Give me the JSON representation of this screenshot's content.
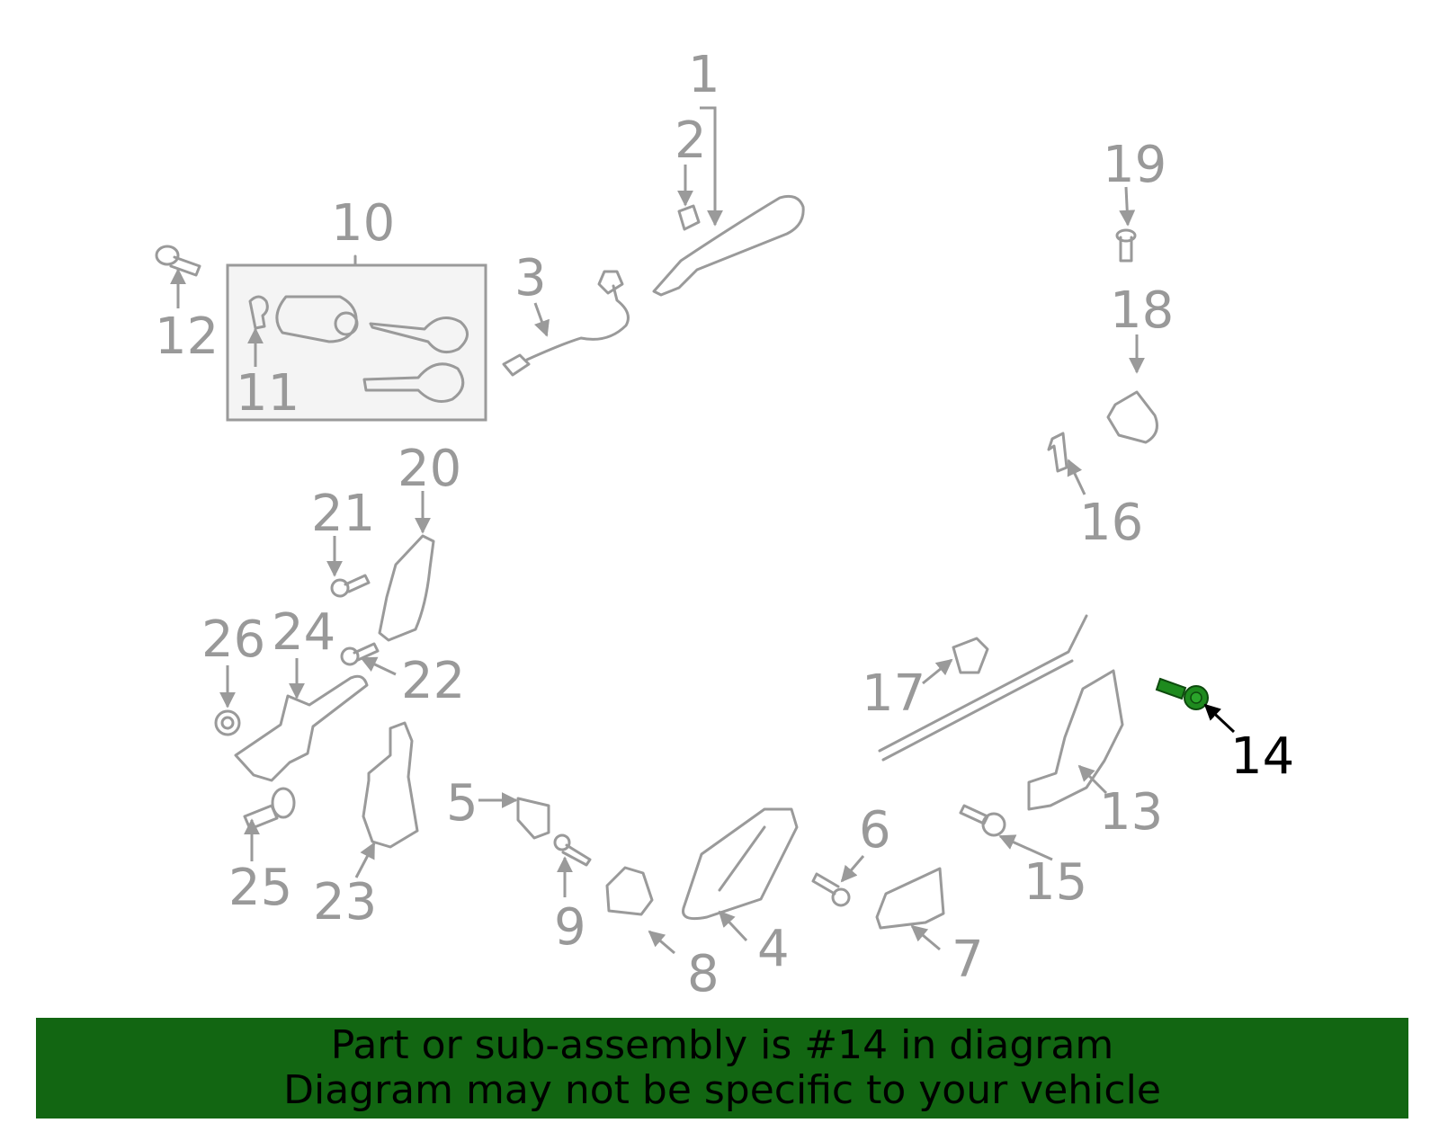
{
  "diagram": {
    "highlight_color": "#1e8a1e",
    "label_color": "#999999",
    "labels": [
      "1",
      "2",
      "3",
      "4",
      "5",
      "6",
      "7",
      "8",
      "9",
      "10",
      "11",
      "12",
      "13",
      "14",
      "15",
      "16",
      "17",
      "18",
      "19",
      "20",
      "21",
      "22",
      "23",
      "24",
      "25",
      "26"
    ],
    "highlighted_label": "14"
  },
  "banner": {
    "line1": "Part or sub-assembly is #14 in diagram",
    "line2": "Diagram may not be specific to your vehicle",
    "background": "#126612"
  }
}
